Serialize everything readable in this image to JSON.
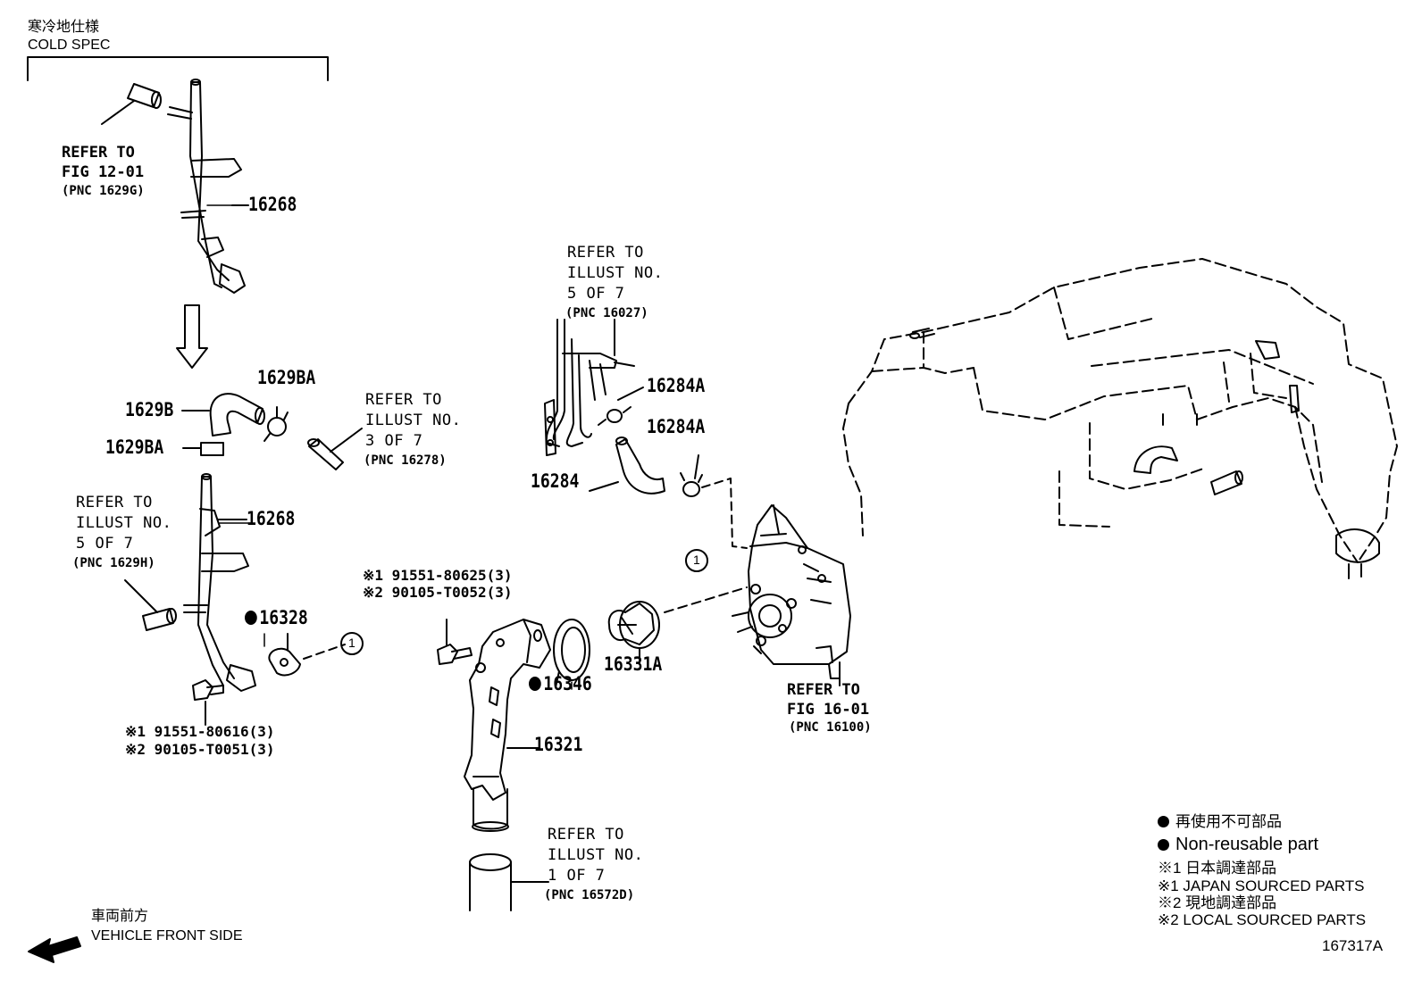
{
  "header": {
    "jp": "寒冷地仕様",
    "en": "COLD SPEC"
  },
  "parts": {
    "p16268_top": "16268",
    "p1629BA_a": "1629BA",
    "p1629B": "1629B",
    "p1629BA_b": "1629BA",
    "p16268_mid": "16268",
    "p16328": "16328",
    "p16284A_a": "16284A",
    "p16284A_b": "16284A",
    "p16284": "16284",
    "p16346": "16346",
    "p16331A": "16331A",
    "p16321": "16321"
  },
  "refs": {
    "fig1201": {
      "l1": "REFER TO",
      "l2": "FIG 12-01",
      "pnc": "(PNC 1629G)"
    },
    "illust3": {
      "l1": "REFER TO",
      "l2": "ILLUST NO.",
      "l3": "3 OF 7",
      "pnc": "(PNC 16278)"
    },
    "illust5h": {
      "l1": "REFER TO",
      "l2": "ILLUST NO.",
      "l3": "5 OF 7",
      "pnc": "(PNC 1629H)"
    },
    "illust5": {
      "l1": "REFER TO",
      "l2": "ILLUST NO.",
      "l3": "5 OF 7",
      "pnc": "(PNC 16027)"
    },
    "fig1601": {
      "l1": "REFER TO",
      "l2": "FIG 16-01",
      "pnc": "(PNC 16100)"
    },
    "illust1": {
      "l1": "REFER TO",
      "l2": "ILLUST NO.",
      "l3": "1 OF 7",
      "pnc": "(PNC 16572D)"
    }
  },
  "bolts": {
    "upper_1": "※1 91551-80625(3)",
    "upper_2": "※2 90105-T0052(3)",
    "lower_1": "※1 91551-80616(3)",
    "lower_2": "※2 90105-T0051(3)"
  },
  "callouts": {
    "c1": "1",
    "c2": "1"
  },
  "legend": {
    "jp_nonreuse": "再使用不可部品",
    "en_nonreuse": "Non-reusable part",
    "jp_japan": "※1  日本調達部品",
    "en_japan": "※1  JAPAN SOURCED PARTS",
    "jp_local": "※2  現地調達部品",
    "en_local": "※2  LOCAL SOURCED PARTS"
  },
  "front": {
    "jp": "車両前方",
    "en": "VEHICLE FRONT SIDE"
  },
  "figure_id": "167317A"
}
